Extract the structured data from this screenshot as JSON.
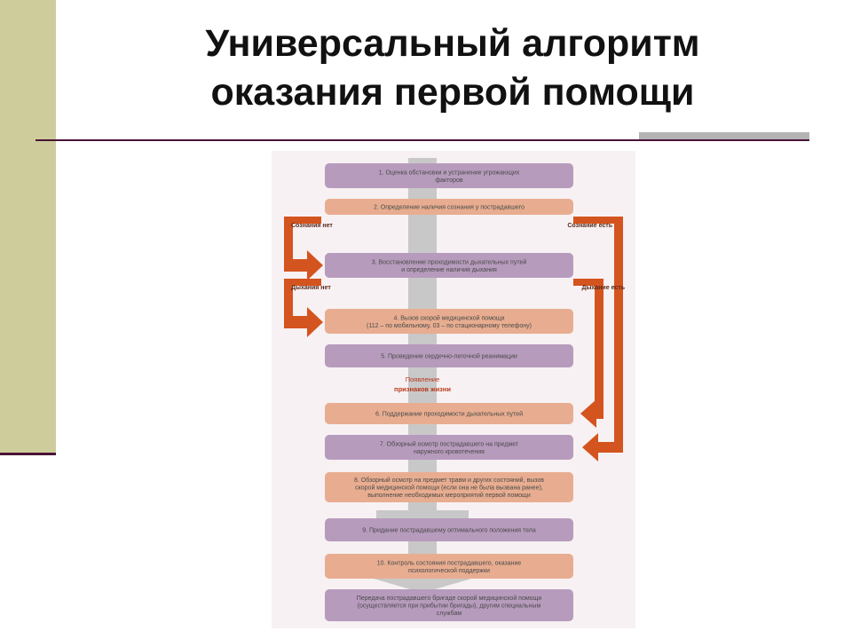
{
  "title": {
    "line1": "Универсальный алгоритм",
    "line2": "оказания первой помощи"
  },
  "diagram": {
    "steps": [
      {
        "lines": [
          "1. Оценка обстановки и устранение угрожающих",
          "факторов"
        ],
        "color": "#b79bbd"
      },
      {
        "lines": [
          "2. Определение наличия сознания у пострадавшего"
        ],
        "color": "#e8ad90"
      },
      {
        "lines": [
          "3. Восстановление проходимости дыхательных путей",
          "и определение наличия дыхания"
        ],
        "color": "#b79bbd"
      },
      {
        "lines": [
          "4. Вызов скорой медицинской помощи",
          "(112 – по мобильному, 03 – по стационарному телефону)"
        ],
        "color": "#e8ad90"
      },
      {
        "lines": [
          "5. Проведение сердечно-легочной реанимации"
        ],
        "color": "#b79bbd"
      },
      {
        "lines": [
          "6. Поддержание проходимости дыхательных путей"
        ],
        "color": "#e8ad90"
      },
      {
        "lines": [
          "7. Обзорный осмотр пострадавшего на предмет",
          "наружного кровотечения"
        ],
        "color": "#b79bbd"
      },
      {
        "lines": [
          "8. Обзорный осмотр на предмет травм и других состояний, вызов",
          "скорой медицинской помощи (если она не была вызвана ранее),",
          "выполнение необходимых мероприятий первой помощи"
        ],
        "color": "#e8ad90"
      },
      {
        "lines": [
          "9. Придание пострадавшему оптимального положения тела"
        ],
        "color": "#b79bbd"
      },
      {
        "lines": [
          "10. Контроль состояния пострадавшего, оказание",
          "психологической поддержки"
        ],
        "color": "#e8ad90"
      },
      {
        "lines": [
          "Передача пострадавшего бригаде скорой медицинской помощи",
          "(осуществляется при прибытии бригады), другим специальным",
          "службам"
        ],
        "color": "#b79bbd"
      }
    ],
    "labels": {
      "no_consciousness": "Сознания нет",
      "consciousness": "Сознание есть",
      "no_breathing": "Дыхания нет",
      "breathing": "Дыхание есть",
      "signs_of_life_1": "Появление",
      "signs_of_life_2": "признаков жизни"
    },
    "colors": {
      "arrow": "#d4541f",
      "spine": "#c8c8c8",
      "background": "#f7f1f3",
      "text": "#4a4a4a",
      "signs_text": "#b8391c"
    }
  }
}
